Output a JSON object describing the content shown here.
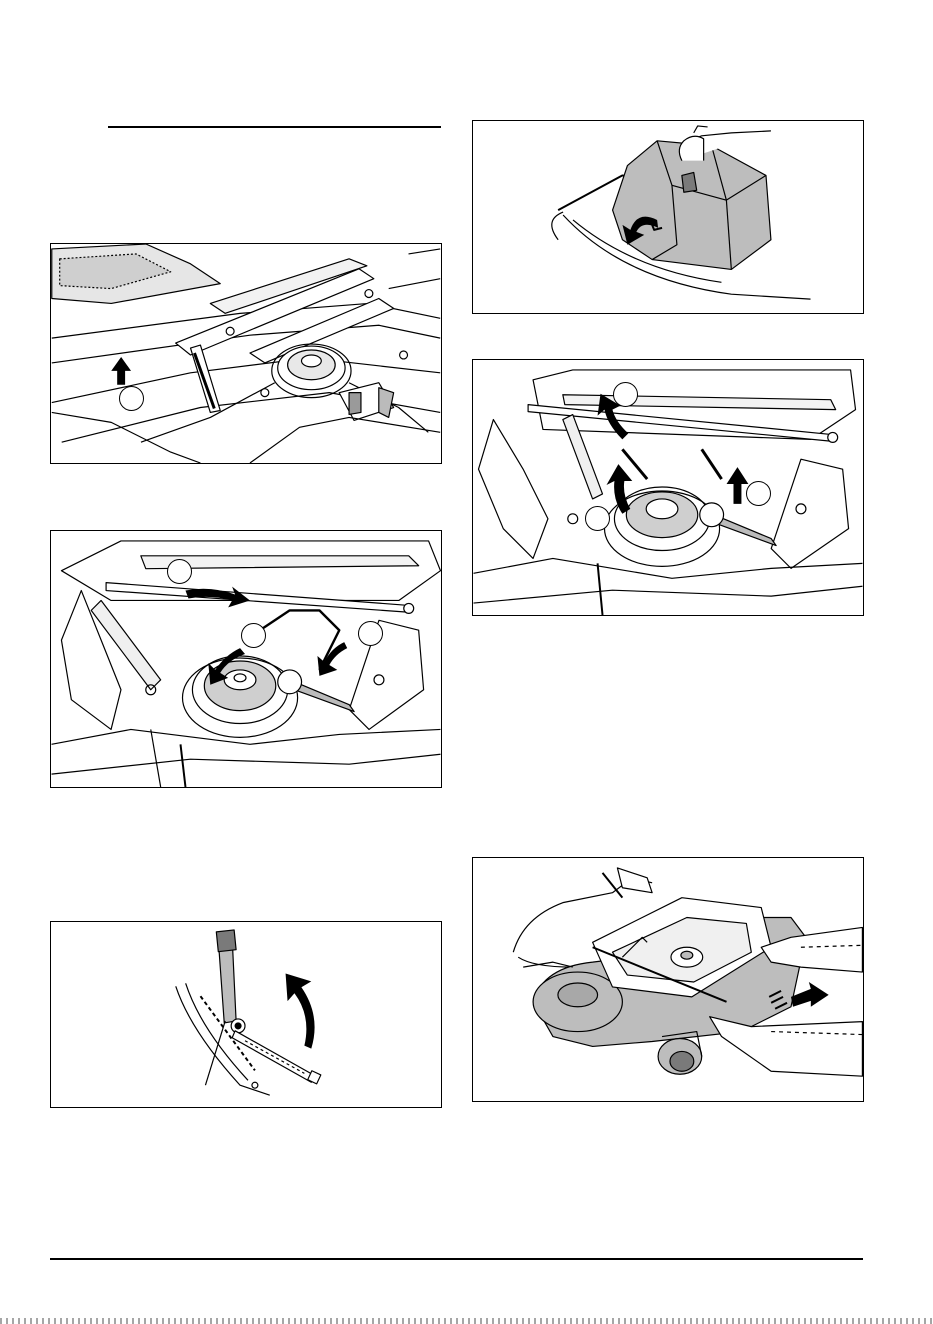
{
  "page": {
    "colors": {
      "ink": "#000000",
      "paper": "#ffffff",
      "shade": "#bdbdbd",
      "dark_shade": "#7a7a7a"
    }
  },
  "figures": [
    {
      "id": "fig-1",
      "subject": "lever-arrow-up",
      "callouts": []
    },
    {
      "id": "fig-2",
      "subject": "belt-release-arrows",
      "callouts": []
    },
    {
      "id": "fig-3",
      "subject": "height-lever-raise",
      "callouts": []
    },
    {
      "id": "fig-4",
      "subject": "cover-removal",
      "callouts": []
    },
    {
      "id": "fig-5",
      "subject": "belt-install-arrows",
      "callouts": []
    },
    {
      "id": "fig-6",
      "subject": "deck-pull-out",
      "callouts": []
    }
  ]
}
